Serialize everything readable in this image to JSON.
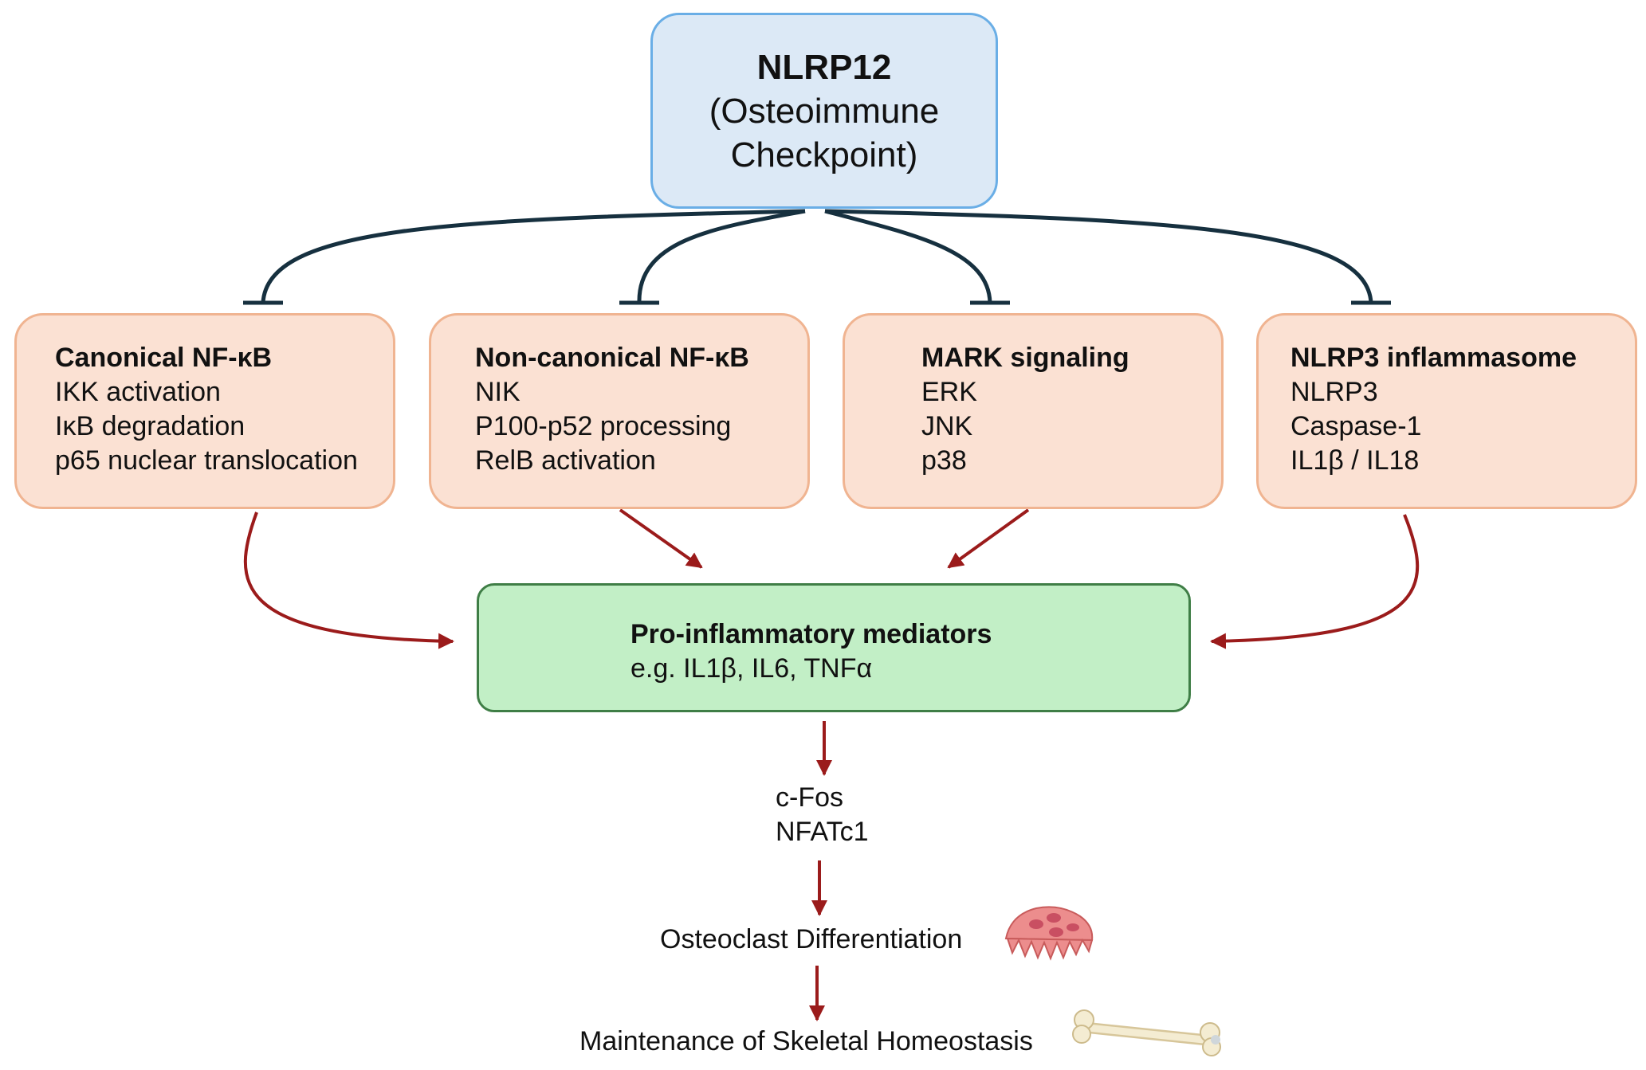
{
  "top": {
    "title": "NLRP12",
    "line1": "(Osteoimmune",
    "line2": "Checkpoint)"
  },
  "pathways": [
    {
      "title": "Canonical NF-κB",
      "items": [
        "IKK activation",
        "IκB degradation",
        "p65 nuclear translocation"
      ]
    },
    {
      "title": "Non-canonical NF-κB",
      "items": [
        "NIK",
        "P100-p52 processing",
        "RelB activation"
      ]
    },
    {
      "title": "MARK signaling",
      "items": [
        "ERK",
        "JNK",
        "p38"
      ]
    },
    {
      "title": "NLRP3 inflammasome",
      "items": [
        "NLRP3",
        "Caspase-1",
        "IL1β / IL18"
      ]
    }
  ],
  "mediators": {
    "title": "Pro-inflammatory mediators",
    "text": "e.g. IL1β, IL6, TNFα"
  },
  "downstream": {
    "line1": "c-Fos",
    "line2": "NFATc1"
  },
  "differentiation": "Osteoclast Differentiation",
  "homeostasis": "Maintenance of Skeletal Homeostasis",
  "colors": {
    "inhibit": "#16303f",
    "activate": "#9b1b1b",
    "top_fill": "#dce9f6",
    "path_fill": "#fbe1d3",
    "med_fill": "#c2efc6"
  }
}
